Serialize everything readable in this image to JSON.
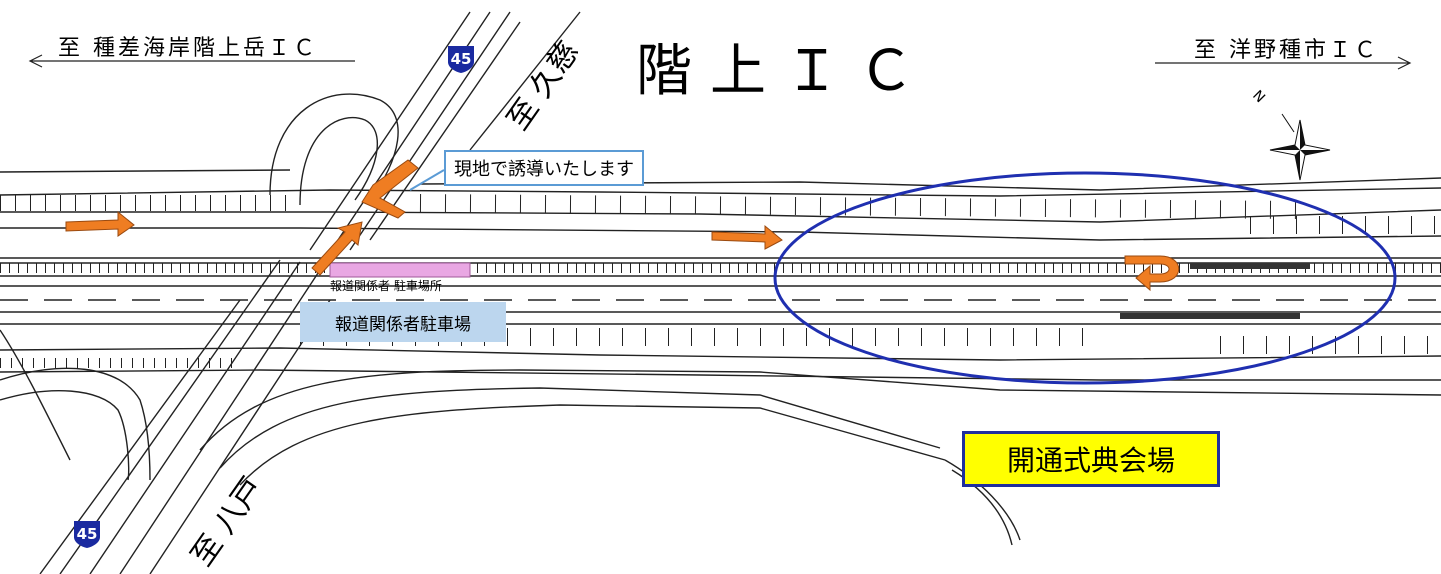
{
  "title": "階上ＩＣ",
  "directions": {
    "left": "至 種差海岸階上岳ＩＣ",
    "right": "至 洋野種市ＩＣ",
    "northeast_road": "至 久慈",
    "southwest_road": "至 八戸"
  },
  "route_shield": {
    "number": "45",
    "color": "#1a2aa0"
  },
  "callout": "現地で誘導いたします",
  "parking": {
    "label": "報道関係者駐車場",
    "map_text": "報道関係者 駐車場所",
    "fill_color": "#e9a7e3"
  },
  "venue": {
    "label": "開通式典会場",
    "fill_color": "#ffff00",
    "border_color": "#1f2f9e"
  },
  "highlight_ellipse_color": "#1f2fb0",
  "arrow_color": "#ef7d22",
  "compass": {
    "icon": "compass-rose-icon",
    "north_mark": "N"
  }
}
